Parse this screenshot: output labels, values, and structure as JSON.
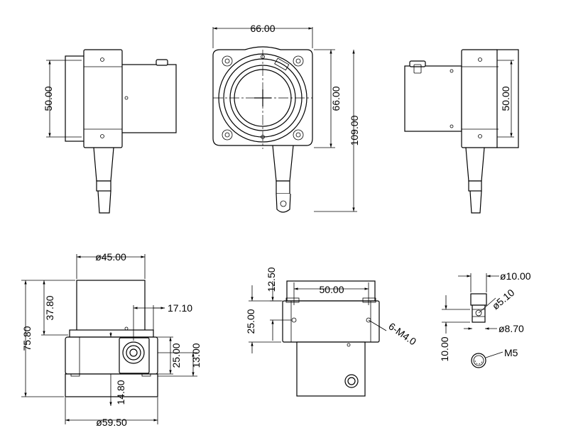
{
  "dimensions": {
    "front_width": "66.00",
    "front_height": "66.00",
    "total_height": "109.00",
    "left_height": "50.00",
    "right_height": "50.00",
    "top_diameter": "ø45.00",
    "height_37": "37.80",
    "total_75": "75.80",
    "offset_17": "17.10",
    "height_25": "25.00",
    "height_13": "13.00",
    "height_14": "14.80",
    "base_diameter": "ø59.50",
    "height_12": "12.50",
    "mount_width": "50.00",
    "mount_height": "25.00",
    "holes": "6-M4.0",
    "ring_outer": "ø10.00",
    "ring_hole": "ø5.10",
    "ring_inner": "ø8.70",
    "ring_height": "10.00",
    "screw": "M5"
  }
}
